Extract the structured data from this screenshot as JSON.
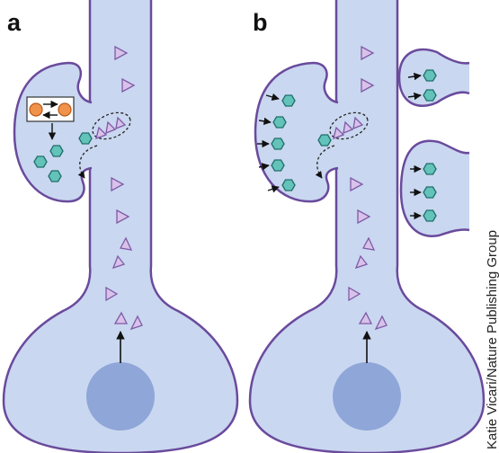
{
  "panels": [
    {
      "label": "a"
    },
    {
      "label": "b"
    }
  ],
  "credit": "Katie Vicari/Nature Publishing Group",
  "colors": {
    "cell_fill": "#c9d7f0",
    "cell_outline": "#6a4a9c",
    "nucleus": "#8fa6d8",
    "triangle_fill": "#d9c2ea",
    "triangle_stroke": "#7e5aa6",
    "hexagon_fill": "#63c3ba",
    "hexagon_stroke": "#1e6f69",
    "circle_fill": "#f0924a",
    "arrow": "#111111"
  },
  "icons": [
    "triangle-icon",
    "hexagon-icon",
    "circle-icon",
    "arrow-icon",
    "dashed-arrow-icon"
  ]
}
